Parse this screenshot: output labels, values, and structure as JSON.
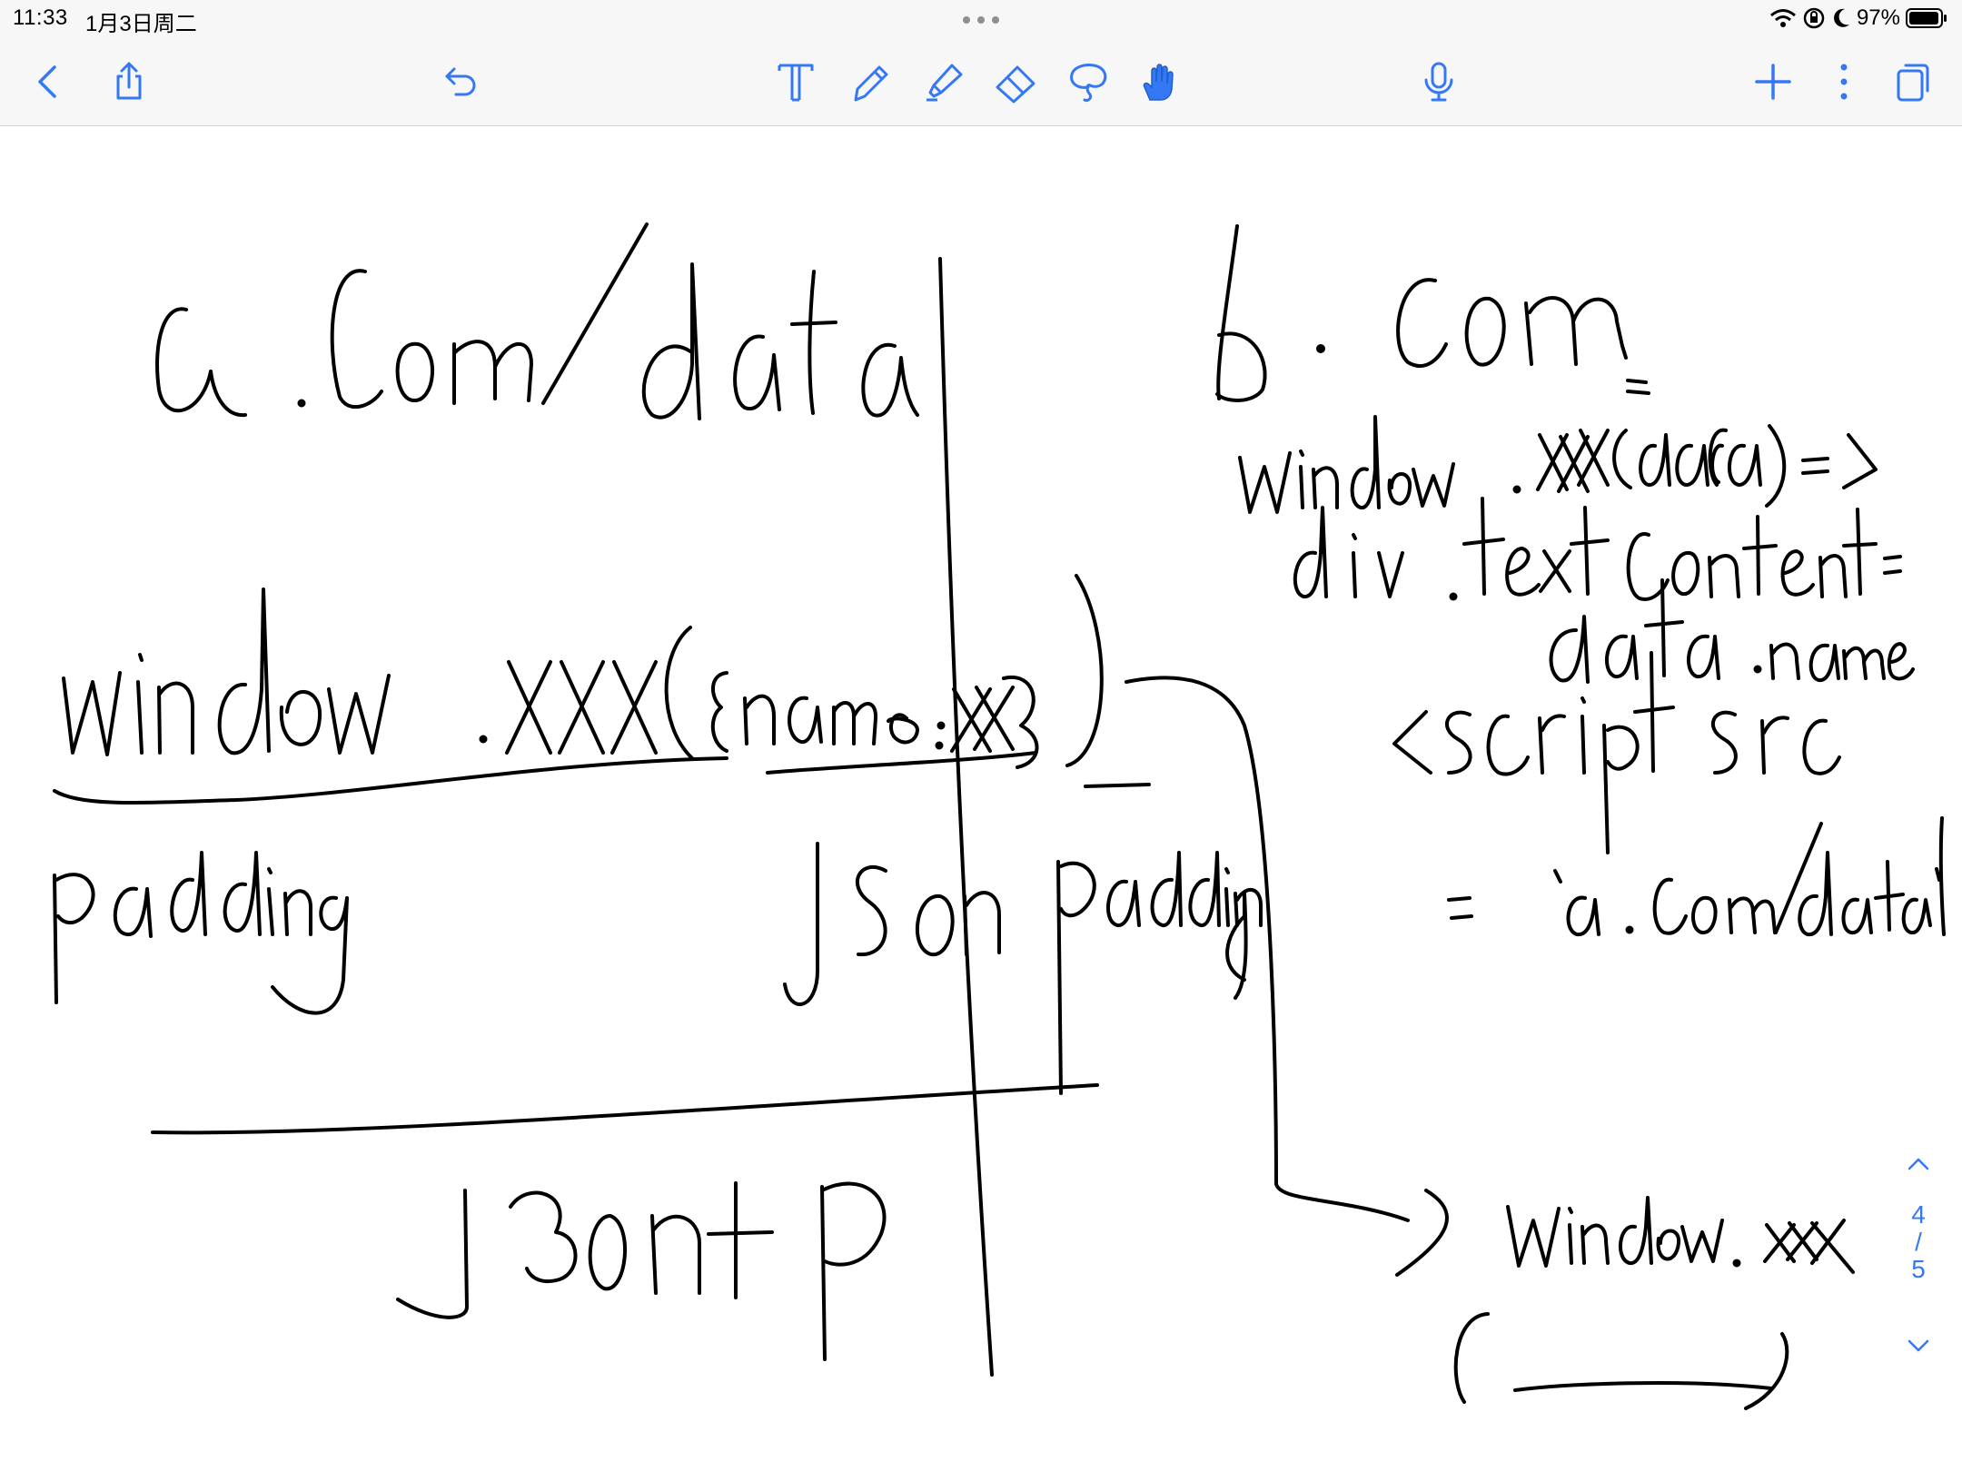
{
  "status_bar": {
    "time": "11:33",
    "date": "1月3日周二",
    "battery_percent": "97%",
    "icons": [
      "wifi-icon",
      "orientation-lock-icon",
      "moon-icon",
      "battery-icon"
    ]
  },
  "toolbar": {
    "accent_color": "#3478f6",
    "left_buttons": [
      "back-icon",
      "share-icon",
      "undo-icon"
    ],
    "tools": [
      "text-tool-icon",
      "pen-tool-icon",
      "highlighter-tool-icon",
      "eraser-tool-icon",
      "lasso-tool-icon",
      "hand-tool-icon"
    ],
    "active_tool": "hand-tool-icon",
    "right_buttons": [
      "microphone-icon",
      "add-icon",
      "more-icon",
      "pages-icon"
    ]
  },
  "page_indicator": {
    "current": "4",
    "separator": "/",
    "total": "5"
  },
  "handwriting": [
    "a.com/data",
    "window.xxx({name:xxx})",
    "padding",
    "Json padding",
    "JSONP",
    "b.com",
    "window.xxx(data)=>",
    "div.textContent=",
    "data.name",
    "<script src",
    "='a.com/data'",
    "window.xxx",
    "(____)"
  ]
}
